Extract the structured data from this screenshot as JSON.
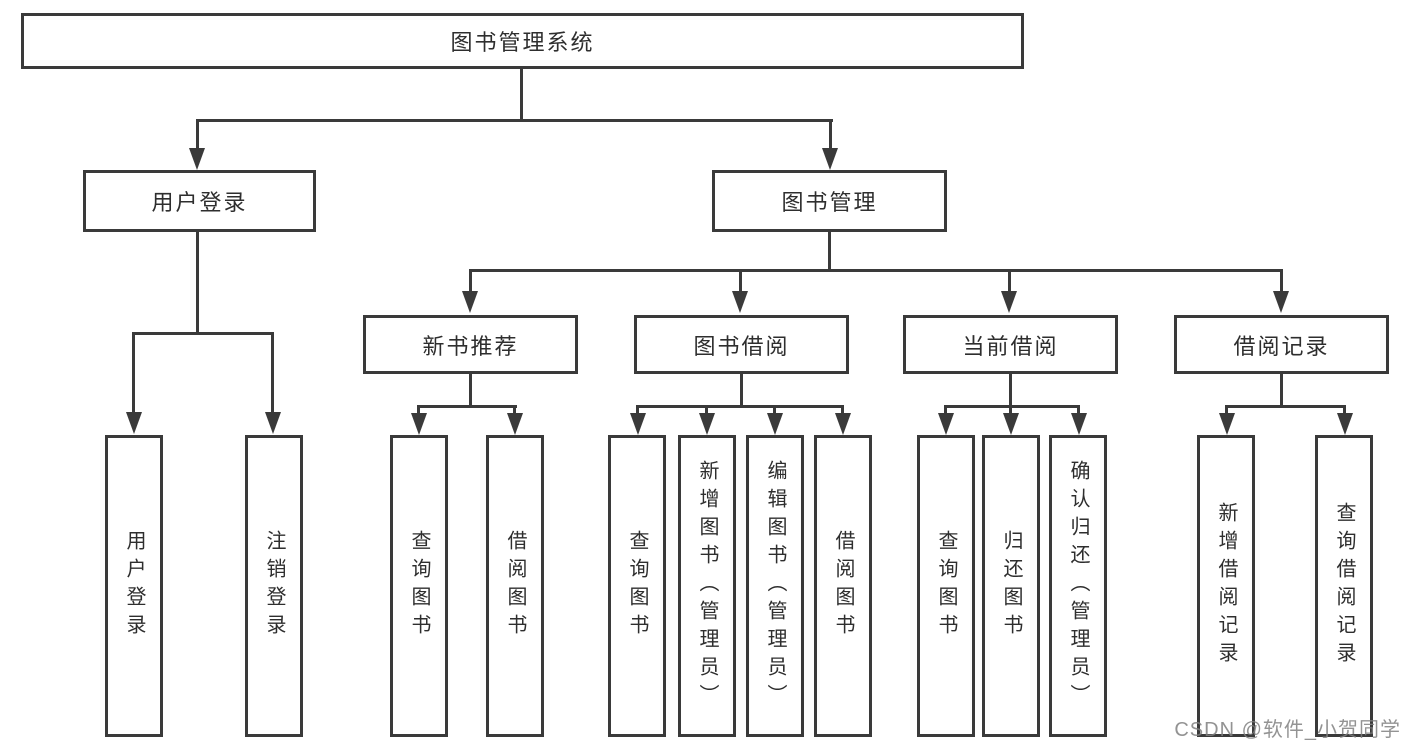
{
  "tree": {
    "root": {
      "label": "图书管理系统",
      "children": [
        {
          "label": "用户登录",
          "children": [
            {
              "label": "用户登录"
            },
            {
              "label": "注销登录"
            }
          ]
        },
        {
          "label": "图书管理",
          "children": [
            {
              "label": "新书推荐",
              "children": [
                {
                  "label": "查询图书"
                },
                {
                  "label": "借阅图书"
                }
              ]
            },
            {
              "label": "图书借阅",
              "children": [
                {
                  "label": "查询图书"
                },
                {
                  "label": "新增图书（管理员）"
                },
                {
                  "label": "编辑图书（管理员）"
                },
                {
                  "label": "借阅图书"
                }
              ]
            },
            {
              "label": "当前借阅",
              "children": [
                {
                  "label": "查询图书"
                },
                {
                  "label": "归还图书"
                },
                {
                  "label": "确认归还（管理员）"
                }
              ]
            },
            {
              "label": "借阅记录",
              "children": [
                {
                  "label": "新增借阅记录"
                },
                {
                  "label": "查询借阅记录"
                }
              ]
            }
          ]
        }
      ]
    }
  },
  "watermark": {
    "text": "CSDN @软件_小贺同学"
  },
  "colors": {
    "line": "#3a3a3a",
    "text": "#2e2e2e",
    "background": "#ffffff",
    "watermark": "#808080"
  }
}
